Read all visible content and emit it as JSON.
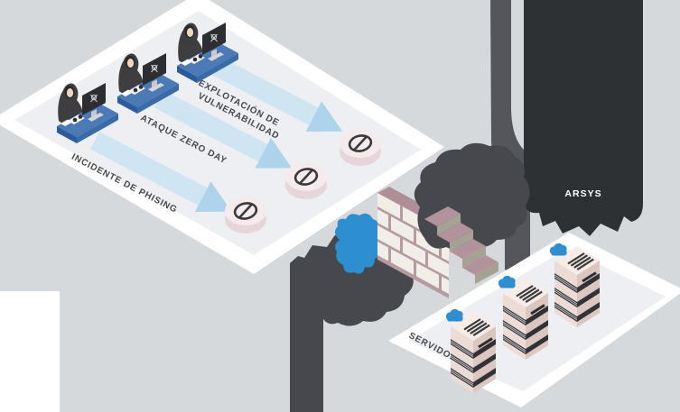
{
  "diagram": {
    "description": "Isometric illustration: hackers attacking, attacks blocked by firewall protecting ARSYS web servers",
    "attack_arrows": [
      {
        "label": "INCIDENTE DE PHISING"
      },
      {
        "label": "ATAQUE ZERO DAY"
      },
      {
        "label": [
          "EXPLOTACIÓN DE",
          "VULNERABILIDAD"
        ]
      }
    ],
    "provider": {
      "name": "ARSYS"
    },
    "servers_platform": {
      "label": "SERVIDORES WEB",
      "server_count": 3
    },
    "icons": [
      "hacker-icon",
      "monitor-icon",
      "keyboard-icon",
      "blocked-icon",
      "firewall-icon",
      "cloud-icon",
      "smoke-icon",
      "server-icon",
      "server-cloud-icon"
    ],
    "colors": {
      "background": "#d5d9dc",
      "platform_white": "#ffffff",
      "platform_inner": "#edeff2",
      "arrow_shaft": "#cfe5f2",
      "arrow_head": "#aed4eb",
      "desk_blue": "#4b7ab6",
      "desk_front_blue": "#2c5b9d",
      "hacker_dark": "#3e3d40",
      "skin": "#eed6c3",
      "token_top_pink": "#f5eaec",
      "token_side_pink": "#e6d6da",
      "blocked_symbol": "#39393c",
      "brick": "#f1eee8",
      "mortar": "#b49aa1",
      "wall_top_mauve": "#b08e97",
      "step_riser_olive": "#a5a294",
      "smoke_dark": "#46484d",
      "smoke_medium": "#54565b",
      "tower_dark": "#2e3134",
      "cloud_blue": "#2d8ed0",
      "server_top": "#f7ece6",
      "server_left": "#ecdcd6",
      "server_right": "#dcc7c0",
      "server_slat": "#3b3b3e"
    }
  }
}
